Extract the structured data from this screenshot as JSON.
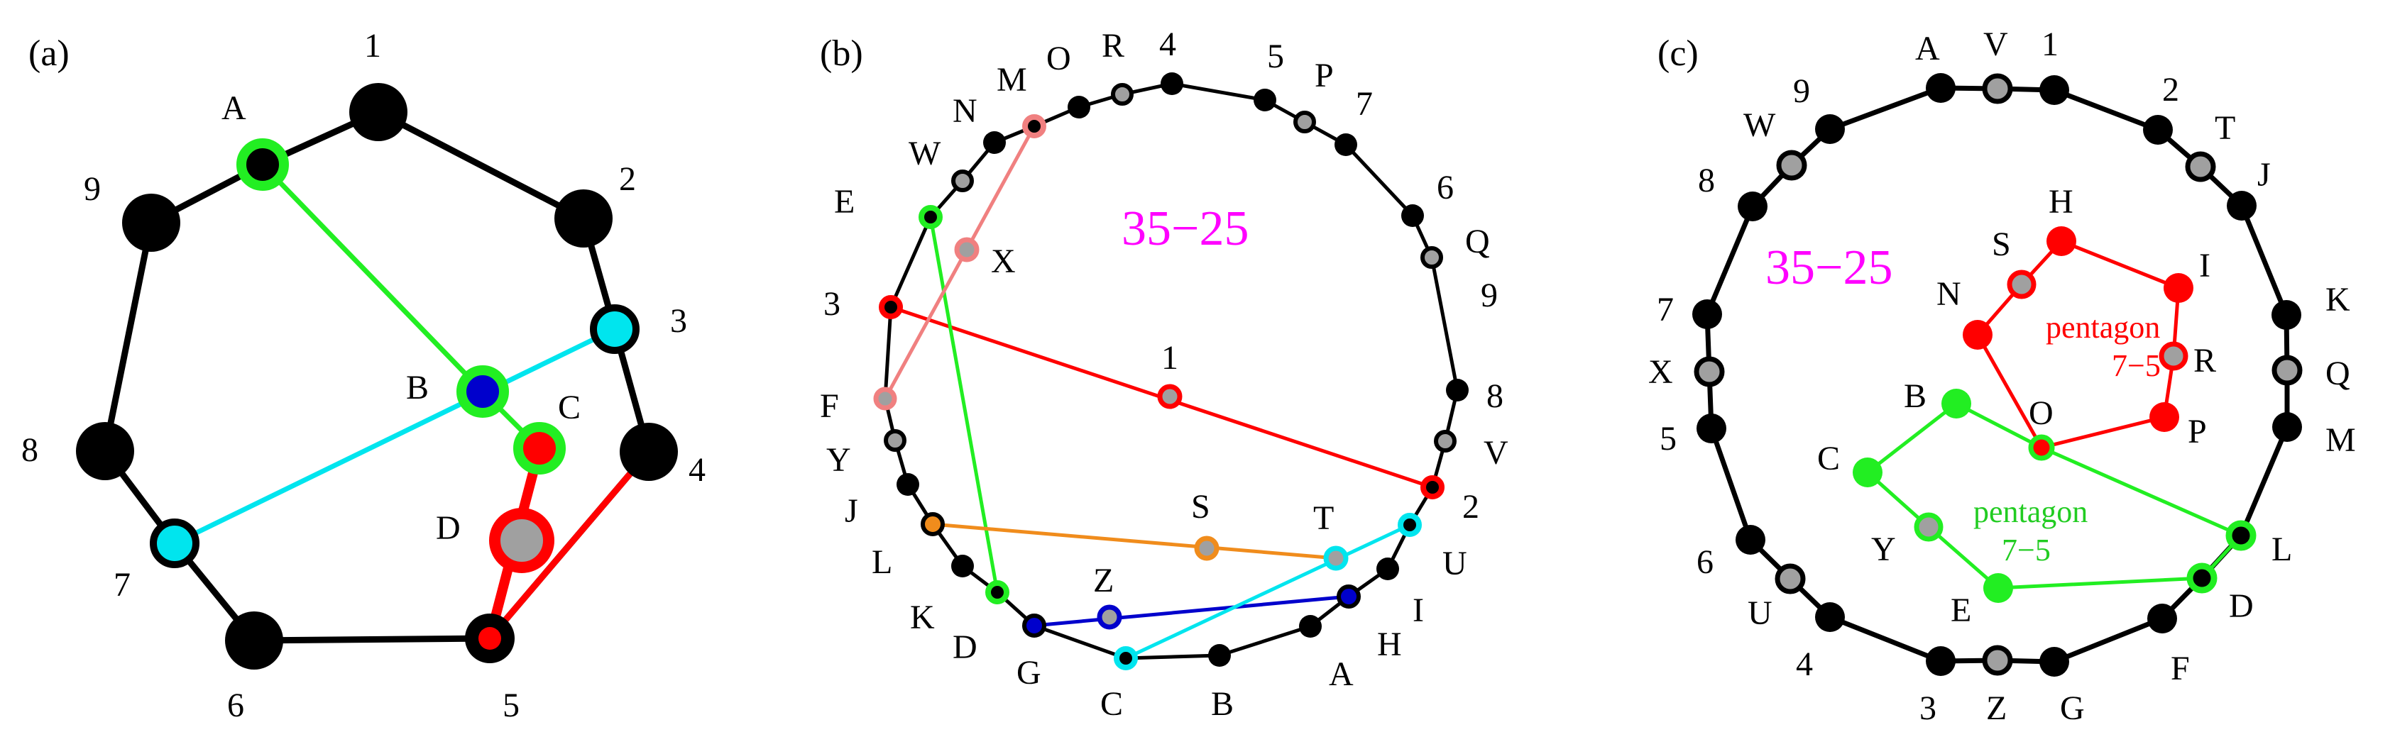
{
  "colors": {
    "black": "#000000",
    "grey": "#a0a0a0",
    "green": "#22ee22",
    "cyan": "#00e5ee",
    "blue": "#0000cc",
    "red": "#ff0000",
    "pink": "#f08080",
    "orange": "#f08c1c",
    "magenta": "#ff00ff"
  },
  "panel_a": {
    "label": "(a)",
    "ring_order": [
      "1",
      "2",
      "3",
      "4",
      "5",
      "6",
      "7",
      "8",
      "9"
    ],
    "nodes": [
      {
        "id": "1",
        "label": "1"
      },
      {
        "id": "2",
        "label": "2"
      },
      {
        "id": "3",
        "label": "3"
      },
      {
        "id": "4",
        "label": "4"
      },
      {
        "id": "5",
        "label": "5"
      },
      {
        "id": "6",
        "label": "6"
      },
      {
        "id": "7",
        "label": "7"
      },
      {
        "id": "8",
        "label": "8"
      },
      {
        "id": "9",
        "label": "9"
      },
      {
        "id": "A",
        "label": "A"
      },
      {
        "id": "B",
        "label": "B"
      },
      {
        "id": "C",
        "label": "C"
      },
      {
        "id": "D",
        "label": "D"
      }
    ],
    "chords": [
      {
        "from": "A",
        "to": "B",
        "color": "green"
      },
      {
        "from": "B",
        "to": "C",
        "color": "green"
      },
      {
        "from": "3",
        "to": "7",
        "color": "cyan"
      },
      {
        "from": "C",
        "to": "5",
        "color": "red"
      },
      {
        "from": "4",
        "to": "5",
        "color": "red"
      }
    ]
  },
  "panel_b": {
    "label": "(b)",
    "annotation": "35−25",
    "ring_order": [
      "4",
      "5",
      "P",
      "7",
      "6",
      "Q",
      "9",
      "8",
      "V",
      "2",
      "U",
      "I",
      "H",
      "A",
      "B",
      "C",
      "G",
      "D",
      "K",
      "L",
      "J",
      "Y",
      "F",
      "3",
      "E",
      "W",
      "N",
      "M",
      "O",
      "R"
    ],
    "node_labels": [
      "4",
      "5",
      "P",
      "7",
      "6",
      "Q",
      "9",
      "8",
      "V",
      "2",
      "U",
      "I",
      "H",
      "A",
      "B",
      "C",
      "G",
      "D",
      "K",
      "L",
      "J",
      "Y",
      "F",
      "3",
      "E",
      "W",
      "N",
      "M",
      "O",
      "R",
      "1",
      "S",
      "T",
      "X",
      "Z"
    ],
    "chords": [
      {
        "nodes": [
          "3",
          "1",
          "2"
        ],
        "color": "red"
      },
      {
        "nodes": [
          "E",
          "D"
        ],
        "color": "green"
      },
      {
        "nodes": [
          "F",
          "X",
          "M"
        ],
        "color": "pink"
      },
      {
        "nodes": [
          "L",
          "S",
          "T"
        ],
        "color": "orange"
      },
      {
        "nodes": [
          "G",
          "Z",
          "I"
        ],
        "color": "blue"
      },
      {
        "nodes": [
          "C",
          "T",
          "U"
        ],
        "color": "cyan"
      }
    ]
  },
  "panel_c": {
    "label": "(c)",
    "annotation": "35−25",
    "ring_order": [
      "A",
      "V",
      "1",
      "2",
      "T",
      "J",
      "K",
      "Q",
      "M",
      "L",
      "D",
      "F",
      "G",
      "Z",
      "3",
      "4",
      "U",
      "6",
      "5",
      "X",
      "7",
      "8",
      "W",
      "9"
    ],
    "node_labels": [
      "A",
      "V",
      "1",
      "2",
      "T",
      "J",
      "K",
      "Q",
      "M",
      "L",
      "D",
      "F",
      "G",
      "Z",
      "3",
      "4",
      "U",
      "6",
      "5",
      "X",
      "7",
      "8",
      "W",
      "9",
      "H",
      "I",
      "R",
      "P",
      "O",
      "N",
      "S",
      "B",
      "C",
      "Y",
      "E"
    ],
    "pentagon_red": {
      "nodes": [
        "H",
        "I",
        "R",
        "P",
        "O",
        "N",
        "S"
      ],
      "text": [
        "pentagon",
        "7−5"
      ]
    },
    "pentagon_green": {
      "nodes": [
        "B",
        "O",
        "L",
        "D",
        "E",
        "Y",
        "C"
      ],
      "text": [
        "pentagon",
        "7−5"
      ]
    }
  }
}
